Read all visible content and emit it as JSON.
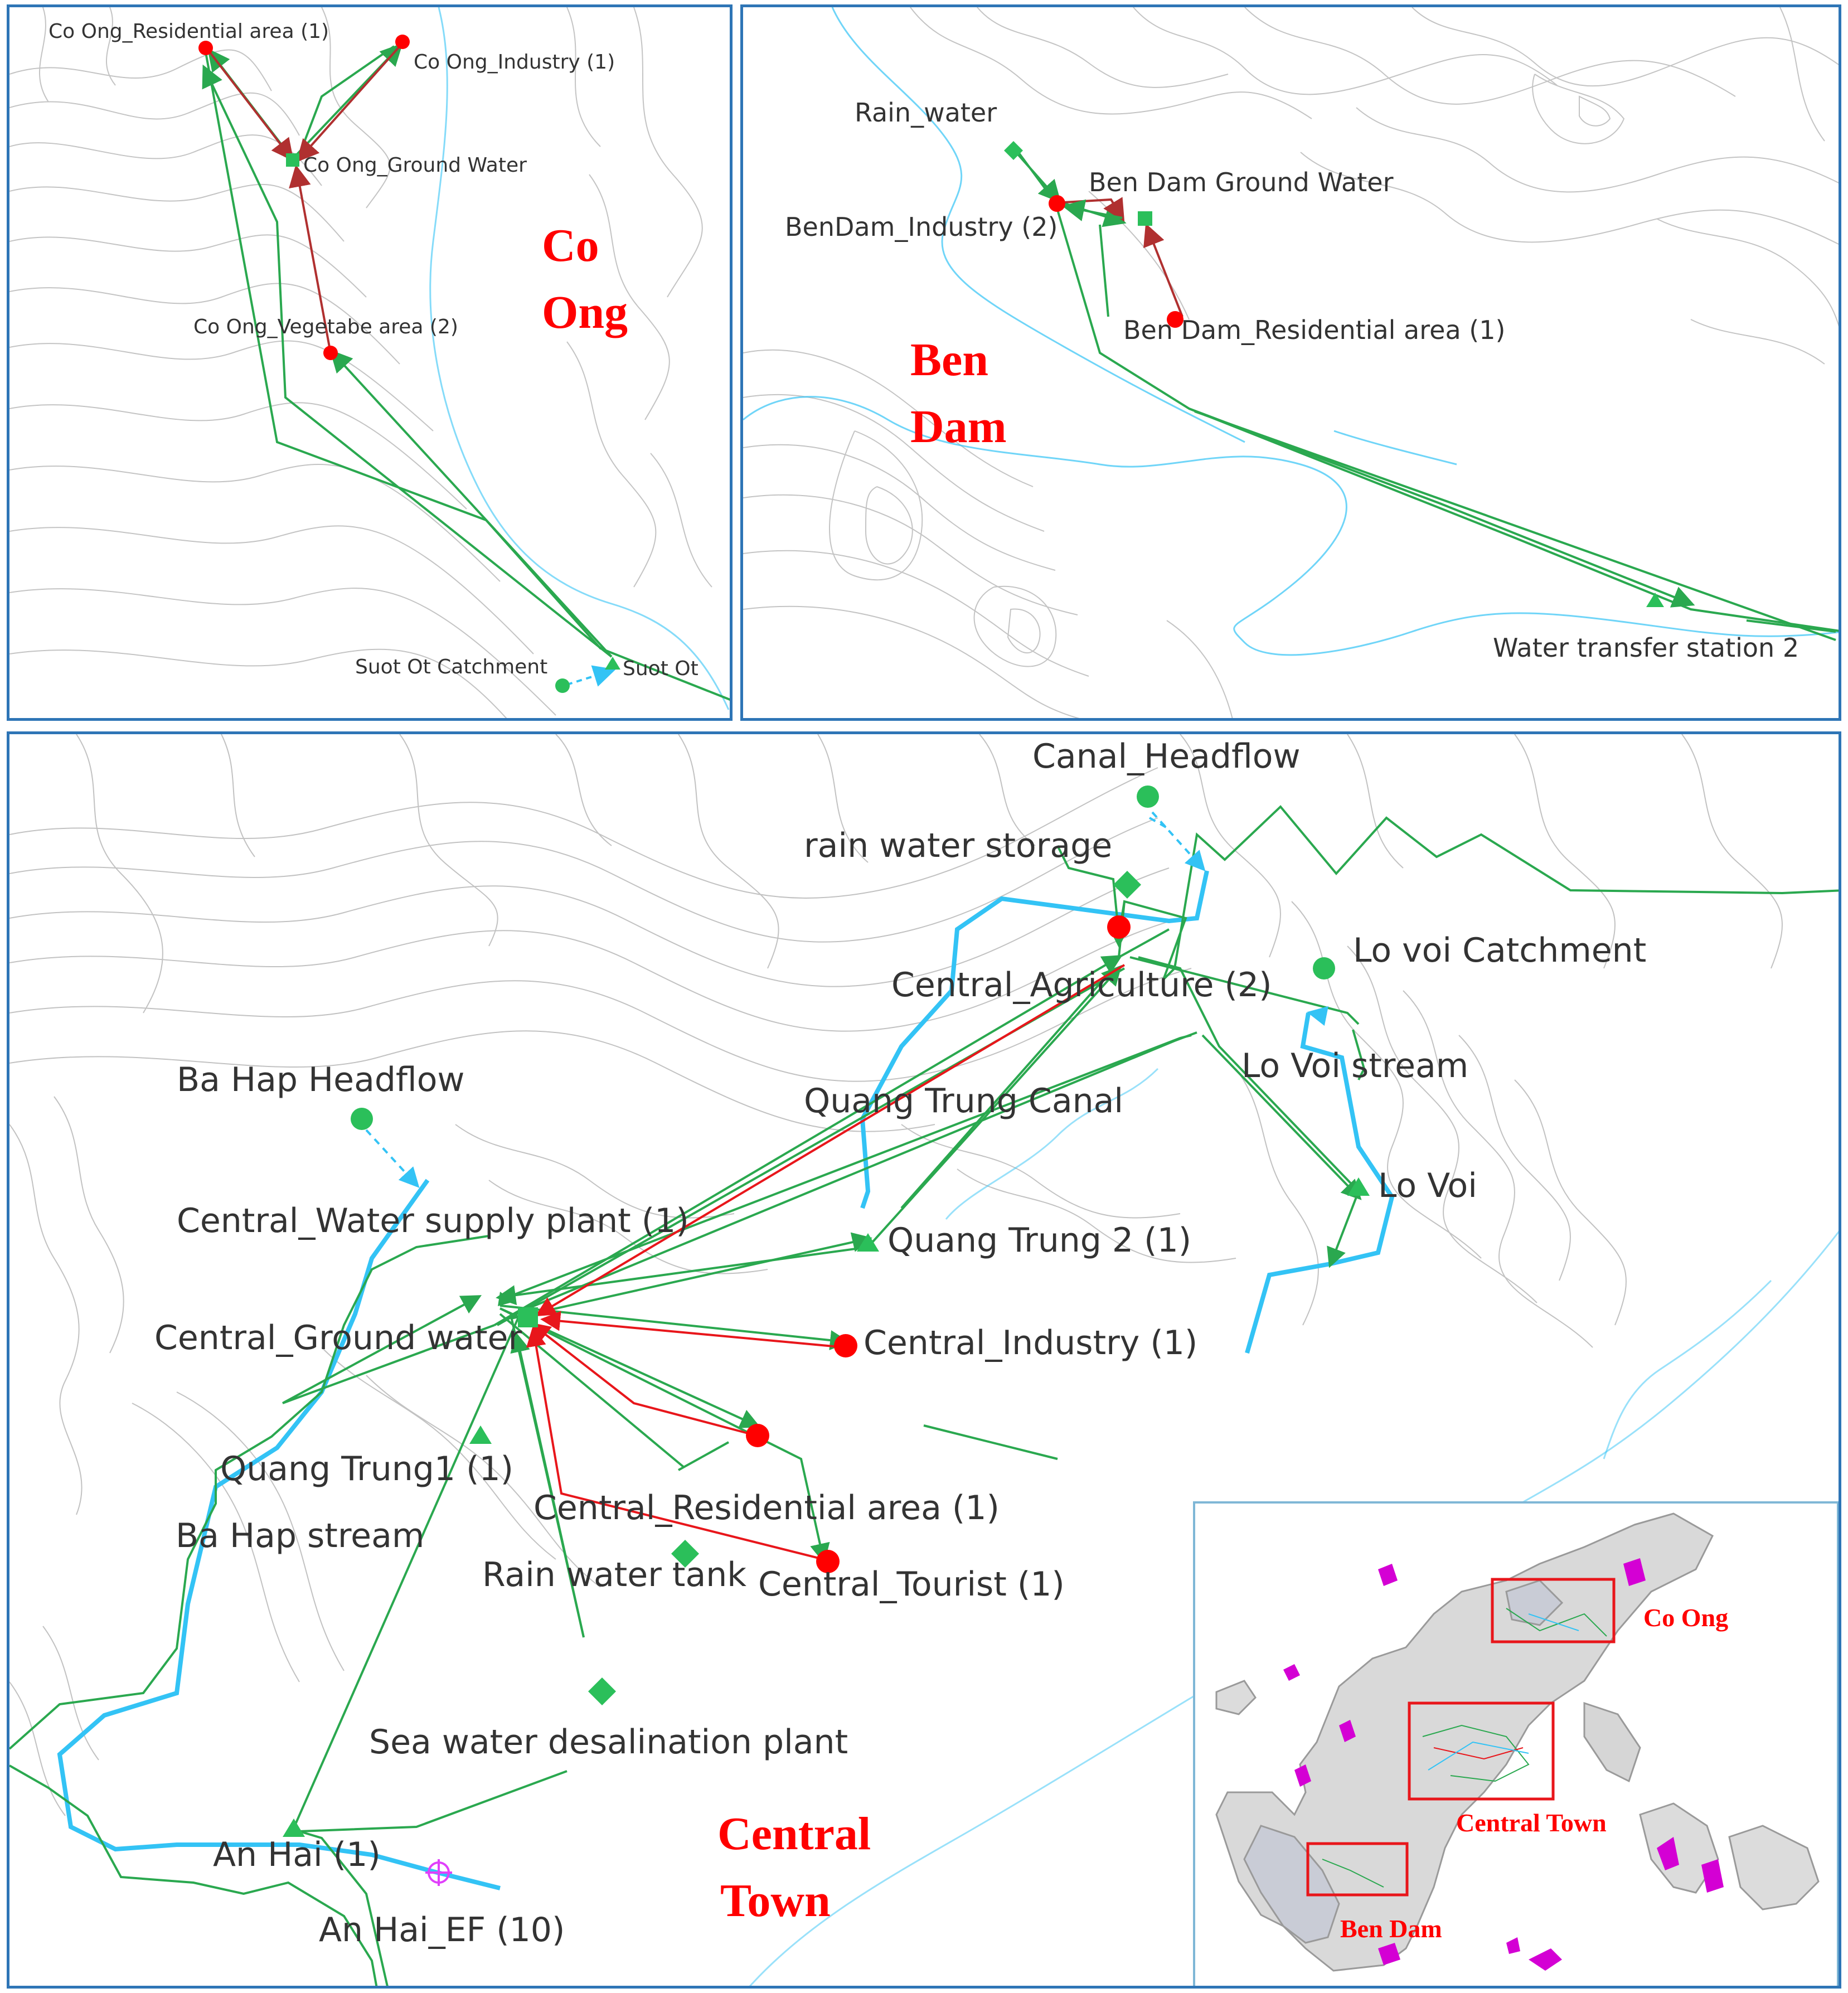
{
  "colors": {
    "demand_node": "#ff0000",
    "supply_node": "#2bbf5a",
    "transmission_link": "#2aa84f",
    "return_flow": "#d9292b",
    "river": "#33c3f5",
    "contour": "#b8b8b8",
    "panel_border": "#2e75b6",
    "region_label": "#ff0000"
  },
  "co_ong": {
    "region_label_line1": "Co",
    "region_label_line2": "Ong",
    "labels": {
      "residential": "Co Ong_Residential area (1)",
      "industry": "Co Ong_Industry (1)",
      "ground_water": "Co Ong_Ground Water",
      "vegetable": "Co Ong_Vegetabe area (2)",
      "catchment": "Suot Ot Catchment",
      "suot_ot": "Suot Ot"
    }
  },
  "ben_dam": {
    "region_label_line1": "Ben",
    "region_label_line2": "Dam",
    "labels": {
      "rain_water": "Rain_water",
      "ground_water": "Ben Dam Ground Water",
      "industry": "BenDam_Industry (2)",
      "residential": "Ben Dam_Residential area (1)",
      "transfer_station": "Water transfer station 2"
    }
  },
  "central": {
    "region_label_line1": "Central",
    "region_label_line2": "Town",
    "labels": {
      "canal_headflow": "Canal_Headflow",
      "rain_storage": "rain water storage",
      "agriculture": "Central_Agriculture (2)",
      "lo_voi_catchment": "Lo voi Catchment",
      "lo_voi_stream": "Lo Voi stream",
      "ba_hap_headflow": "Ba Hap Headflow",
      "quang_trung_canal": "Quang Trung Canal",
      "water_supply_plant": "Central_Water supply plant (1)",
      "quang_trung_2": "Quang Trung 2 (1)",
      "lo_voi": "Lo Voi",
      "ground_water": "Central_Ground water",
      "industry": "Central_Industry (1)",
      "quang_trung_1": "Quang Trung1 (1)",
      "residential": "Central_Residential area (1)",
      "ba_hap_stream": "Ba Hap stream",
      "rain_tank": "Rain water tank",
      "tourist": "Central_Tourist (1)",
      "desalination": "Sea water desalination plant",
      "an_hai": "An Hai (1)",
      "an_hai_ef": "An Hai_EF (10)"
    }
  },
  "inset": {
    "co_ong": "Co Ong",
    "central_town": "Central Town",
    "ben_dam": "Ben Dam"
  }
}
